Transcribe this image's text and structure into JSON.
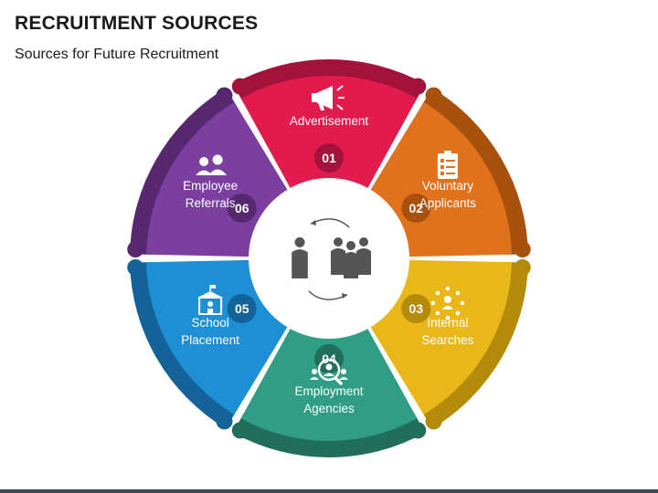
{
  "title": "RECRUITMENT SOURCES",
  "subtitle": "Sources for Future Recruitment",
  "segments": [
    {
      "number": "01",
      "label_lines": [
        "Advertisement"
      ],
      "icon": "megaphone-icon",
      "color": "#e21b4d",
      "dark": "#a3123a"
    },
    {
      "number": "02",
      "label_lines": [
        "Voluntary",
        "Applicants"
      ],
      "icon": "application-form-icon",
      "color": "#e0711d",
      "dark": "#a8510f"
    },
    {
      "number": "03",
      "label_lines": [
        "Internal",
        "Searches"
      ],
      "icon": "people-network-icon",
      "color": "#e9b818",
      "dark": "#b38a0a"
    },
    {
      "number": "04",
      "label_lines": [
        "Employment",
        "Agencies"
      ],
      "icon": "magnifier-person-icon",
      "color": "#2f9e84",
      "dark": "#1f6f5c"
    },
    {
      "number": "05",
      "label_lines": [
        "School",
        "Placement"
      ],
      "icon": "school-building-icon",
      "color": "#1e8fd4",
      "dark": "#13639a"
    },
    {
      "number": "06",
      "label_lines": [
        "Employee",
        "Referrals"
      ],
      "icon": "referral-people-icon",
      "color": "#7b3fa0",
      "dark": "#57286f"
    }
  ],
  "center": {
    "icon": "team-people-icon",
    "color": "#555555"
  }
}
